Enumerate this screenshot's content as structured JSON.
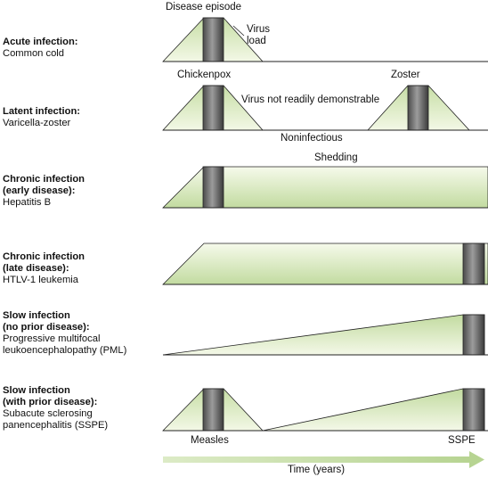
{
  "rows": [
    {
      "title_lines": [
        "Acute infection:"
      ],
      "subtitle_lines": [
        "Common cold"
      ]
    },
    {
      "title_lines": [
        "Latent infection:"
      ],
      "subtitle_lines": [
        "Varicella-zoster"
      ]
    },
    {
      "title_lines": [
        "Chronic infection",
        "(early disease):"
      ],
      "subtitle_lines": [
        "Hepatitis B"
      ]
    },
    {
      "title_lines": [
        "Chronic infection",
        "(late disease):"
      ],
      "subtitle_lines": [
        "HTLV-1 leukemia"
      ]
    },
    {
      "title_lines": [
        "Slow infection",
        "(no prior disease):"
      ],
      "subtitle_lines": [
        "Progressive multifocal",
        "leukoencephalopathy (PML)"
      ]
    },
    {
      "title_lines": [
        "Slow infection",
        "(with prior disease):"
      ],
      "subtitle_lines": [
        "Subacute sclerosing",
        "panencephalitis (SSPE)"
      ]
    }
  ],
  "annotations": {
    "disease_episode": "Disease episode",
    "virus_load": [
      "Virus",
      "load"
    ],
    "chickenpox": "Chickenpox",
    "zoster": "Zoster",
    "virus_not_demonstrable": "Virus not readily demonstrable",
    "noninfectious": "Noninfectious",
    "shedding": "Shedding",
    "measles": "Measles",
    "sspe": "SSPE",
    "time_axis": "Time (years)"
  },
  "colors": {
    "fill_light": "#f4f8e6",
    "fill_dark": "#bfd99a",
    "bar_dark": "#3a3a3a",
    "bar_light": "#9a9a9a",
    "arrow": "#c3dca0",
    "line": "#222222"
  }
}
